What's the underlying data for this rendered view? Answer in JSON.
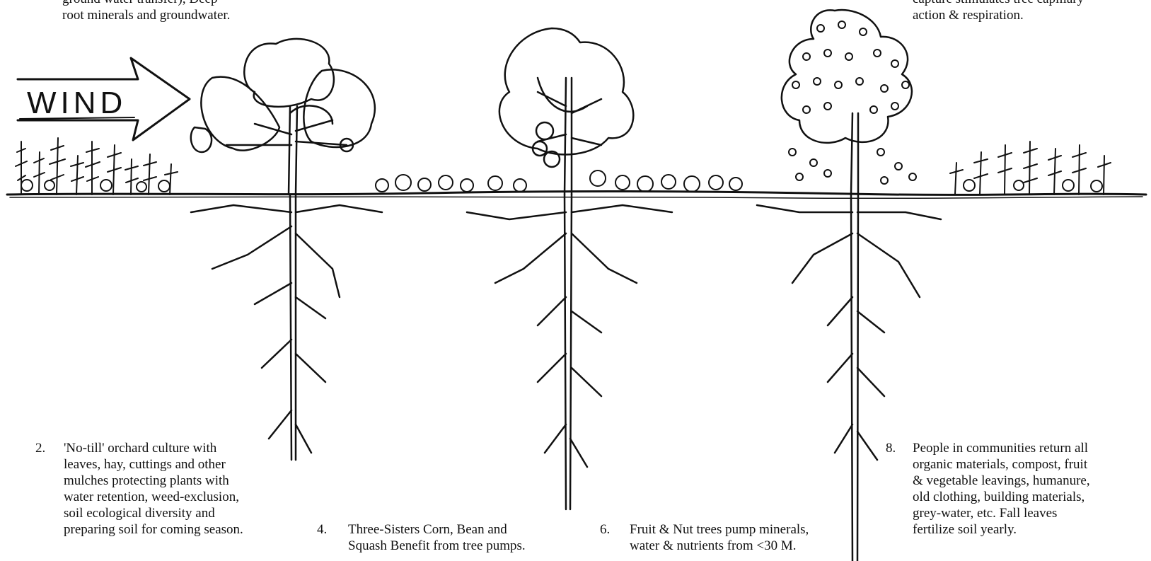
{
  "wind_label": "WIND",
  "top_left_note": {
    "lines": [
      "ground water transfer), Deep-",
      "root minerals and groundwater."
    ]
  },
  "top_right_note": {
    "lines": [
      "capture stimulates tree capillary",
      "action & respiration."
    ]
  },
  "notes": [
    {
      "number": "2.",
      "lines": [
        "'No-till' orchard culture with",
        "leaves, hay, cuttings and other",
        "mulches protecting plants with",
        "water retention, weed-exclusion,",
        "soil ecological diversity and",
        "preparing soil for coming season."
      ]
    },
    {
      "number": "4.",
      "lines": [
        "Three-Sisters Corn, Bean and",
        "Squash Benefit from tree pumps."
      ]
    },
    {
      "number": "6.",
      "lines": [
        "Fruit & Nut trees pump minerals,",
        "water & nutrients from <30 M."
      ]
    },
    {
      "number": "8.",
      "lines": [
        "People in communities return all",
        "organic materials, compost, fruit",
        "& vegetable leavings, humanure,",
        "old clothing, building materials,",
        "grey-water, etc.  Fall leaves",
        "fertilize soil yearly."
      ]
    }
  ],
  "colors": {
    "ink": "#111111",
    "paper": "#ffffff"
  }
}
